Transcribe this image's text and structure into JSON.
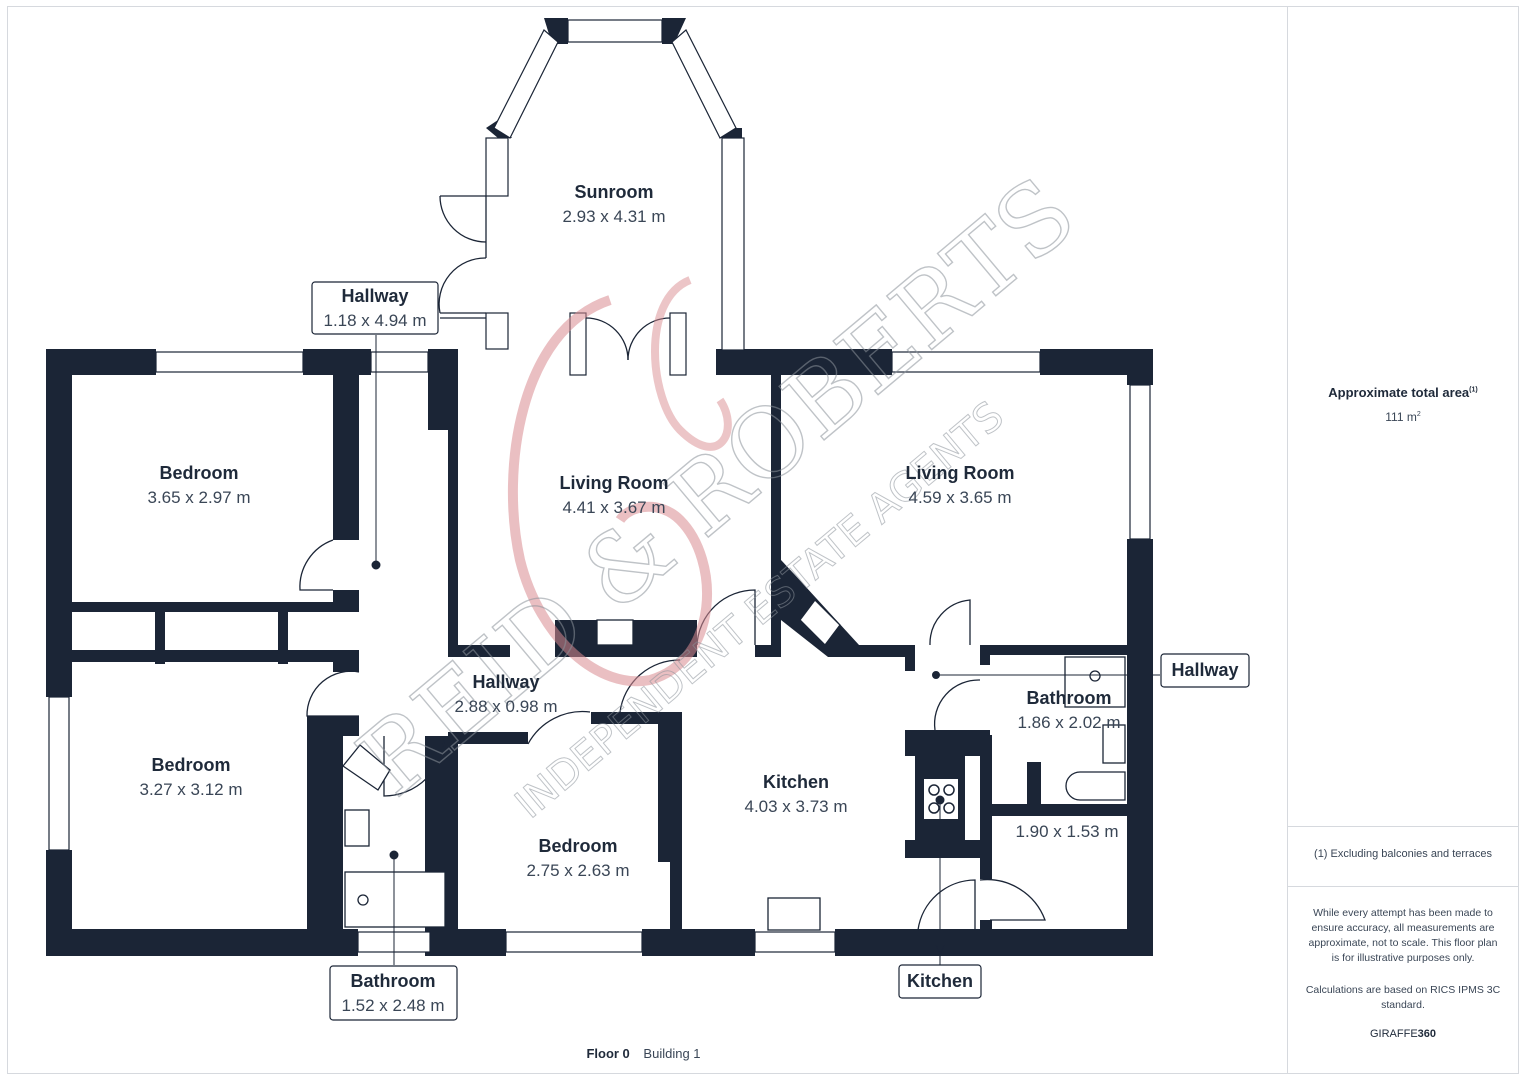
{
  "rooms": [
    {
      "name": "Sunroom",
      "dim": "2.93 x 4.31 m"
    },
    {
      "name": "Hallway",
      "dim": "1.18 x 4.94 m"
    },
    {
      "name": "Bedroom",
      "dim": "3.65 x 2.97 m"
    },
    {
      "name": "Living Room",
      "dim": "4.41 x 3.67 m"
    },
    {
      "name": "Living Room",
      "dim": "4.59 x 3.65 m"
    },
    {
      "name": "Hallway",
      "dim": "2.88 x 0.98 m"
    },
    {
      "name": "Bedroom",
      "dim": "3.27 x 3.12 m"
    },
    {
      "name": "Bathroom",
      "dim": "1.86 x 2.02 m"
    },
    {
      "name": "Kitchen",
      "dim": "4.03 x 3.73 m"
    },
    {
      "name": "Bedroom",
      "dim": "2.75 x 2.63 m"
    },
    {
      "name": "",
      "dim": "1.90 x 1.53 m"
    },
    {
      "name": "Bathroom",
      "dim": "1.52 x 2.48 m"
    },
    {
      "name": "Hallway",
      "dim": ""
    },
    {
      "name": "Kitchen",
      "dim": ""
    }
  ],
  "watermark": {
    "brand": "REID & ROBERTS",
    "tagline": "INDEPENDENT ESTATE AGENTS",
    "monogram_color": "#d98b8f"
  },
  "sidebar": {
    "total_area_label": "Approximate total area",
    "total_area_note_mark": "(1)",
    "total_area_value": "111 m",
    "total_area_unit_sup": "2",
    "footnote": "(1) Excluding balconies and terraces",
    "disclaimer": "While every attempt has been made to ensure accuracy, all measurements are approximate, not to scale. This floor plan is for illustrative purposes only.",
    "calculation": "Calculations are based on RICS IPMS 3C standard.",
    "brand_light": "GIRAFFE",
    "brand_bold": "360"
  },
  "footer": {
    "floor": "Floor 0",
    "building": "Building 1"
  },
  "colors": {
    "wall": "#1b2536",
    "text": "#1f2a3a",
    "watermark": "#8c939b",
    "monogram": "#d98b8f"
  }
}
